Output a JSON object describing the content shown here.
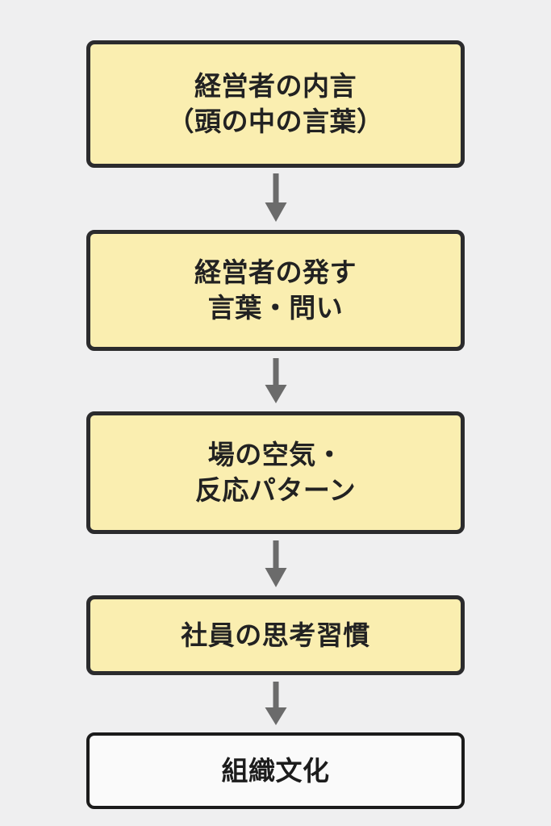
{
  "diagram": {
    "type": "flowchart",
    "orientation": "vertical-top-to-bottom",
    "background_color": "#efeff0",
    "nodes": [
      {
        "id": "node-0",
        "lines": [
          "経営者の内言",
          "（頭の中の言葉）"
        ],
        "fill_color": "#faeeb0",
        "border_color": "#2b2b2d",
        "text_color": "#222222",
        "style": "filled"
      },
      {
        "id": "node-1",
        "lines": [
          "経営者の発す",
          "言葉・問い"
        ],
        "fill_color": "#faeeb0",
        "border_color": "#2b2b2d",
        "text_color": "#222222",
        "style": "filled"
      },
      {
        "id": "node-2",
        "lines": [
          "場の空気・",
          "反応パターン"
        ],
        "fill_color": "#faeeb0",
        "border_color": "#2b2b2d",
        "text_color": "#222222",
        "style": "filled"
      },
      {
        "id": "node-3",
        "lines": [
          "社員の思考習慣"
        ],
        "fill_color": "#faeeb0",
        "border_color": "#2b2b2d",
        "text_color": "#222222",
        "style": "filled"
      },
      {
        "id": "node-4",
        "lines": [
          "組織文化"
        ],
        "fill_color": "#fafafa",
        "border_color": "#1b1b1b",
        "text_color": "#1c1c1c",
        "style": "plain"
      }
    ],
    "connectors": [
      {
        "id": "arrow-0",
        "from": "node-0",
        "to": "node-1",
        "shape": "down-arrow",
        "color": "#6b6b6b"
      },
      {
        "id": "arrow-1",
        "from": "node-1",
        "to": "node-2",
        "shape": "down-arrow",
        "color": "#6b6b6b"
      },
      {
        "id": "arrow-2",
        "from": "node-2",
        "to": "node-3",
        "shape": "down-arrow",
        "color": "#6b6b6b"
      },
      {
        "id": "arrow-3",
        "from": "node-3",
        "to": "node-4",
        "shape": "down-arrow",
        "color": "#6b6b6b"
      }
    ]
  }
}
